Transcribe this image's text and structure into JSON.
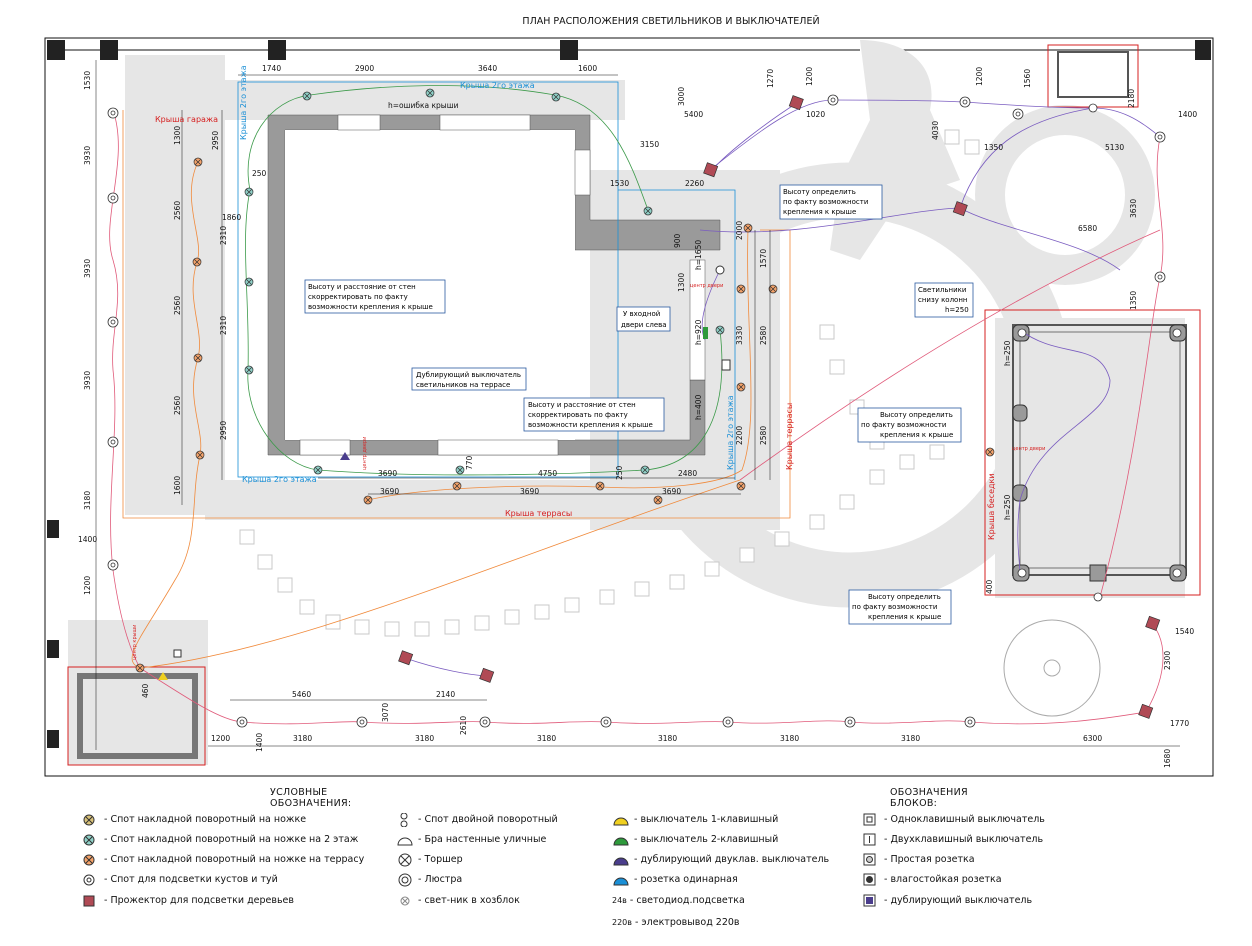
{
  "title": "ПЛАН РАСПОЛОЖЕНИЯ СВЕТИЛЬНИКОВ И ВЫКЛЮЧАТЕЛЕЙ",
  "zones": {
    "garage_roof": "Крыша гаража",
    "floor2_roof_top": "Крыша 2го этажа",
    "floor2_roof_left": "Крыша 2го этажа",
    "floor2_roof_bottom": "Крыша 2го этажа",
    "floor2_roof_right": "Крыша 2го этажа",
    "terrace_roof_bottom": "Крыша террасы",
    "terrace_roof_right": "Крыша террасы",
    "gazebo_roof": "Крыша беседки",
    "roof_error": "h=ошибка крыши"
  },
  "notes": {
    "note1": [
      "Высоту и расстояние от стен",
      "скорректировать по факту",
      "возможности крепления к крыше"
    ],
    "note2": [
      "Дублирующий выключатель",
      "светильников на террасе"
    ],
    "note3": [
      "Высоту и расстояние от стен",
      "скорректировать по факту",
      "возможности крепления к крыше"
    ],
    "note4": [
      "Высоту определить",
      "по факту возможности",
      "крепления к крыше"
    ],
    "note5": [
      "У входной",
      "двери слева"
    ],
    "note6": [
      "Светильники",
      "снизу колонн",
      "h=250"
    ],
    "note7": [
      "Высоту определить",
      "по факту возможности",
      "крепления к крыше"
    ],
    "note8": [
      "Высоту определить",
      "по факту возможности",
      "крепления к крыше"
    ]
  },
  "dims": {
    "top": [
      "1740",
      "2900",
      "3640",
      "1600"
    ],
    "left_outer": [
      "1530",
      "3930",
      "3930",
      "3930",
      "3180",
      "1400",
      "1200"
    ],
    "left_inner": [
      "1300",
      "2560",
      "2560",
      "2560",
      "1600"
    ],
    "left_house": [
      "2950",
      "2310",
      "2310",
      "2950"
    ],
    "misc_left": [
      "250",
      "1860"
    ],
    "house_right": [
      "3150",
      "1530",
      "2260",
      "900",
      "h=1650",
      "1300",
      "h=920",
      "h=400",
      "2000",
      "1570",
      "3330",
      "2580",
      "2200",
      "2580"
    ],
    "bottom_house_a": [
      "3690",
      "770",
      "4750",
      "250",
      "2480"
    ],
    "bottom_house_b": [
      "3690",
      "3690",
      "3690"
    ],
    "right_top": [
      "3000",
      "5400",
      "1270",
      "1200",
      "1020",
      "1200",
      "1560",
      "2180",
      "1400",
      "4030",
      "1350",
      "5130",
      "3630",
      "6580",
      "1350"
    ],
    "gazebo": [
      "h=250",
      "h=250",
      "400"
    ],
    "bottom": [
      "5460",
      "2140",
      "3070",
      "2610",
      "1200",
      "1400",
      "3180",
      "3180",
      "3180",
      "3180",
      "3180",
      "3180",
      "6300",
      "460",
      "1540",
      "2300",
      "1770",
      "1680"
    ]
  },
  "small_labels": {
    "center": "центр двери",
    "center_roof": "центр крыши"
  },
  "legend": {
    "title": "УСЛОВНЫЕ ОБОЗНАЧЕНИЯ:",
    "col1": [
      "- Спот накладной поворотный на ножке",
      "- Спот накладной поворотный на ножке на 2 этаж",
      "- Спот накладной поворотный на ножке на террасу",
      "- Спот для подсветки кустов и туй",
      "- Прожектор для подсветки деревьев"
    ],
    "col2": [
      "- Спот двойной поворотный",
      "- Бра настенные уличные",
      "- Торшер",
      "- Люстра",
      "- свет-ник в хозблок"
    ],
    "col3": [
      "- выключатель 1-клавишный",
      "- выключатель 2-клавишный",
      "- дублирующий двуклав. выключатель",
      "- розетка одинарная",
      "- светодиод.подсветка",
      "- электровывод 220в"
    ],
    "col3_tags": [
      "24в",
      "220в"
    ],
    "blocks_title": "ОБОЗНАЧЕНИЯ БЛОКОВ:",
    "col4": [
      "- Одноклавишный выключатель",
      "- Двухклавишный выключатель",
      "- Простая розетка",
      "- влагостойкая розетка",
      "- дублирующий выключатель"
    ]
  },
  "colors": {
    "spot": "#d9c27a",
    "spot2": "#8fd0c7",
    "terrace": "#f5a36b",
    "projector": "#b04a55",
    "green_line": "#3c9a4a",
    "orange_line": "#f08a3c",
    "violet_line": "#7a5cc0",
    "pink_line": "#e05a7a",
    "blue_text": "#1a8fd6",
    "red_text": "#d62020",
    "gray_fill": "#e6e6e6",
    "wall": "#9a9a9a"
  }
}
